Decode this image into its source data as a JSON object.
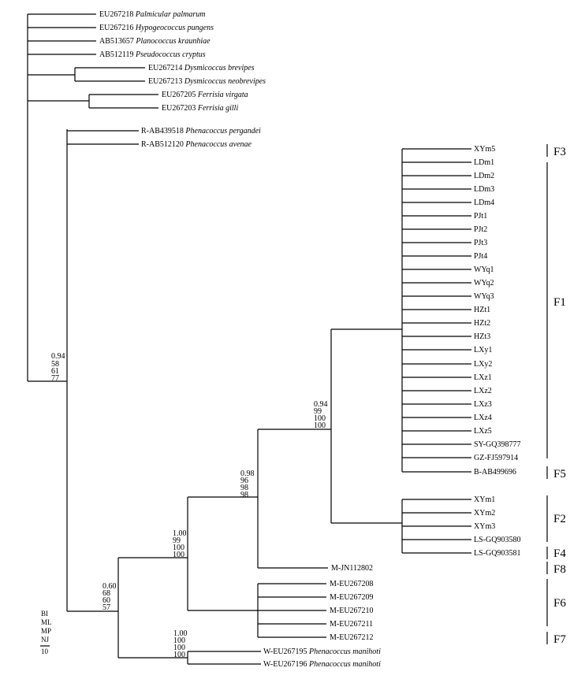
{
  "taxa": [
    {
      "id": "EU267218",
      "species": "Palmicular palmarum"
    },
    {
      "id": "EU267216",
      "species": "Hypogeococcus pungens"
    },
    {
      "id": "AB513657",
      "species": "Planococcus kraunhiae"
    },
    {
      "id": "AB512119",
      "species": "Pseudococcus cryptus"
    },
    {
      "id": "EU267214",
      "species": "Dysmicoccus brevipes"
    },
    {
      "id": "EU267213",
      "species": "Dysmicoccus neobrevipes"
    },
    {
      "id": "EU267205",
      "species": "Ferrisia virgata"
    },
    {
      "id": "EU267203",
      "species": "Ferrisia gilli"
    },
    {
      "id": "R-AB439518",
      "species": "Phenacoccus pergandei"
    },
    {
      "id": "R-AB512120",
      "species": "Phenacoccus avenae"
    },
    {
      "id": "XYm5",
      "species": ""
    },
    {
      "id": "LDm1",
      "species": ""
    },
    {
      "id": "LDm2",
      "species": ""
    },
    {
      "id": "LDm3",
      "species": ""
    },
    {
      "id": "LDm4",
      "species": ""
    },
    {
      "id": "PJt1",
      "species": ""
    },
    {
      "id": "PJt2",
      "species": ""
    },
    {
      "id": "PJt3",
      "species": ""
    },
    {
      "id": "PJt4",
      "species": ""
    },
    {
      "id": "WYq1",
      "species": ""
    },
    {
      "id": "WYq2",
      "species": ""
    },
    {
      "id": "WYq3",
      "species": ""
    },
    {
      "id": "HZt1",
      "species": ""
    },
    {
      "id": "HZt2",
      "species": ""
    },
    {
      "id": "HZt3",
      "species": ""
    },
    {
      "id": "LXy1",
      "species": ""
    },
    {
      "id": "LXy2",
      "species": ""
    },
    {
      "id": "LXz1",
      "species": ""
    },
    {
      "id": "LXz2",
      "species": ""
    },
    {
      "id": "LXz3",
      "species": ""
    },
    {
      "id": "LXz4",
      "species": ""
    },
    {
      "id": "LXz5",
      "species": ""
    },
    {
      "id": "SY-GQ398777",
      "species": ""
    },
    {
      "id": "GZ-FJ597914",
      "species": ""
    },
    {
      "id": "B-AB499696",
      "species": ""
    },
    {
      "id": "XYm1",
      "species": ""
    },
    {
      "id": "XYm2",
      "species": ""
    },
    {
      "id": "XYm3",
      "species": ""
    },
    {
      "id": "LS-GQ903580",
      "species": ""
    },
    {
      "id": "LS-GQ903581",
      "species": ""
    },
    {
      "id": "M-JN112802",
      "species": ""
    },
    {
      "id": "M-EU267208",
      "species": ""
    },
    {
      "id": "M-EU267209",
      "species": ""
    },
    {
      "id": "M-EU267210",
      "species": ""
    },
    {
      "id": "M-EU267211",
      "species": ""
    },
    {
      "id": "M-EU267212",
      "species": ""
    },
    {
      "id": "W-EU267195",
      "species": "Phenacoccus manihoti"
    },
    {
      "id": "W-EU267196",
      "species": "Phenacoccus manihoti"
    }
  ],
  "support": [
    {
      "node": "root-ingroup",
      "values": [
        "0.94",
        "58",
        "61",
        "77"
      ]
    },
    {
      "node": "manihoti-clade",
      "values": [
        "0.60",
        "68",
        "60",
        "57"
      ]
    },
    {
      "node": "f-clade",
      "values": [
        "1.00",
        "99",
        "100",
        "100"
      ]
    },
    {
      "node": "f1-f8-clade",
      "values": [
        "0.98",
        "96",
        "98",
        "98"
      ]
    },
    {
      "node": "f1-f5-clade",
      "values": [
        "0.94",
        "99",
        "100",
        "100"
      ]
    },
    {
      "node": "w-clade",
      "values": [
        "1.00",
        "100",
        "100",
        "100"
      ]
    }
  ],
  "groups": [
    {
      "label": "F3"
    },
    {
      "label": "F1"
    },
    {
      "label": "F5"
    },
    {
      "label": "F2"
    },
    {
      "label": "F4"
    },
    {
      "label": "F8"
    },
    {
      "label": "F6"
    },
    {
      "label": "F7"
    }
  ],
  "legend": {
    "methods": [
      "BI",
      "ML",
      "MP",
      "NJ"
    ],
    "scale_label": "10"
  }
}
